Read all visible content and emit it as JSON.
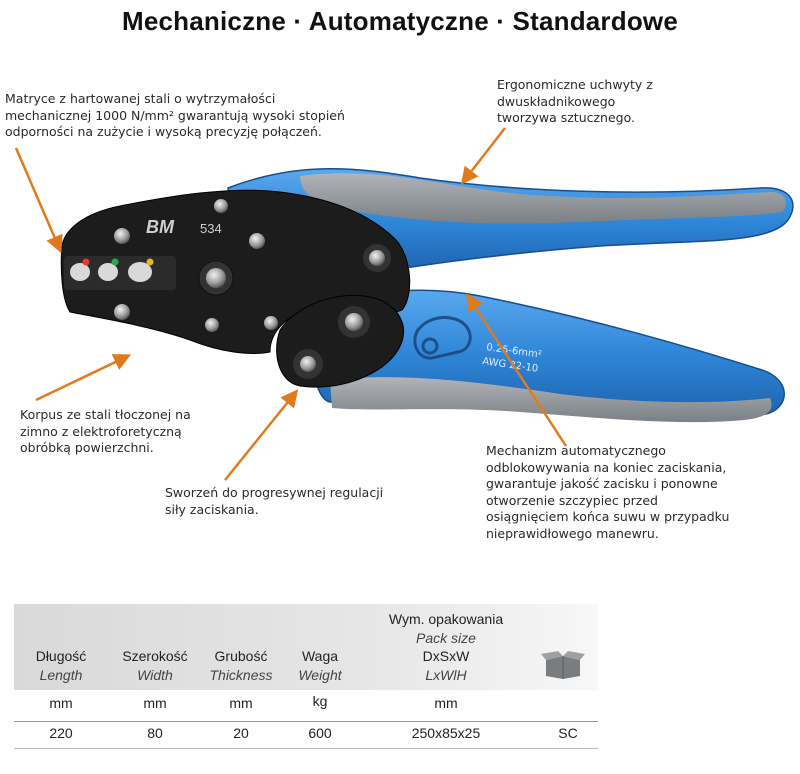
{
  "title": "Mechaniczne · Automatyczne · Standardowe",
  "annotations": {
    "matryce": "Matryce z hartowanej stali o wytrzymałości\nmechanicznej 1000 N/mm² gwarantują wysoki stopień\nodporności na zużycie i wysoką precyzję połączeń.",
    "uchwyty": "Ergonomiczne uchwyty z\ndwuskładnikowego\ntworzywa sztucznego.",
    "korpus": "Korpus ze stali tłoczonej na\nzimno z elektroforetyczną\nobróbką powierzchni.",
    "sworzen": "Sworzeń do progresywnej regulacji\nsiły zaciskania.",
    "mechanizm": "Mechanizm automatycznego\nodblokowywania na koniec zaciskania,\ngwarantuje jakość zacisku i ponowne\notworzenie szczypiec przed\nosiągnięciem końca suwu w przypadku\nnieprawidłowego manewru."
  },
  "tool": {
    "logo": "BM",
    "model": "534",
    "handle_label_1": "0.25-6mm²",
    "handle_label_2": "AWG 22-10",
    "colors": {
      "handle_blue": "#2f86d8",
      "handle_grey": "#8a8f94",
      "body": "#1c1c1c",
      "die_red": "#e23a3a",
      "die_green": "#2aa84a",
      "die_yellow": "#e7b721",
      "arrow": "#e07a1f"
    }
  },
  "spec_table": {
    "columns": [
      {
        "pl": "Długość",
        "en": "Length",
        "unit": "mm",
        "value": "220"
      },
      {
        "pl": "Szerokość",
        "en": "Width",
        "unit": "mm",
        "value": "80"
      },
      {
        "pl": "Grubość",
        "en": "Thickness",
        "unit": "mm",
        "value": "20"
      },
      {
        "pl": "Waga",
        "en": "Weight",
        "unit": "kg",
        "value": "600"
      },
      {
        "pl_top": "Wym. opakowania",
        "en_top": "Pack size",
        "pl": "DxSxW",
        "en": "LxWlH",
        "unit": "mm",
        "value": "250x85x25"
      }
    ],
    "packaging_icon": "open-box-icon",
    "packaging_value": "SC"
  }
}
